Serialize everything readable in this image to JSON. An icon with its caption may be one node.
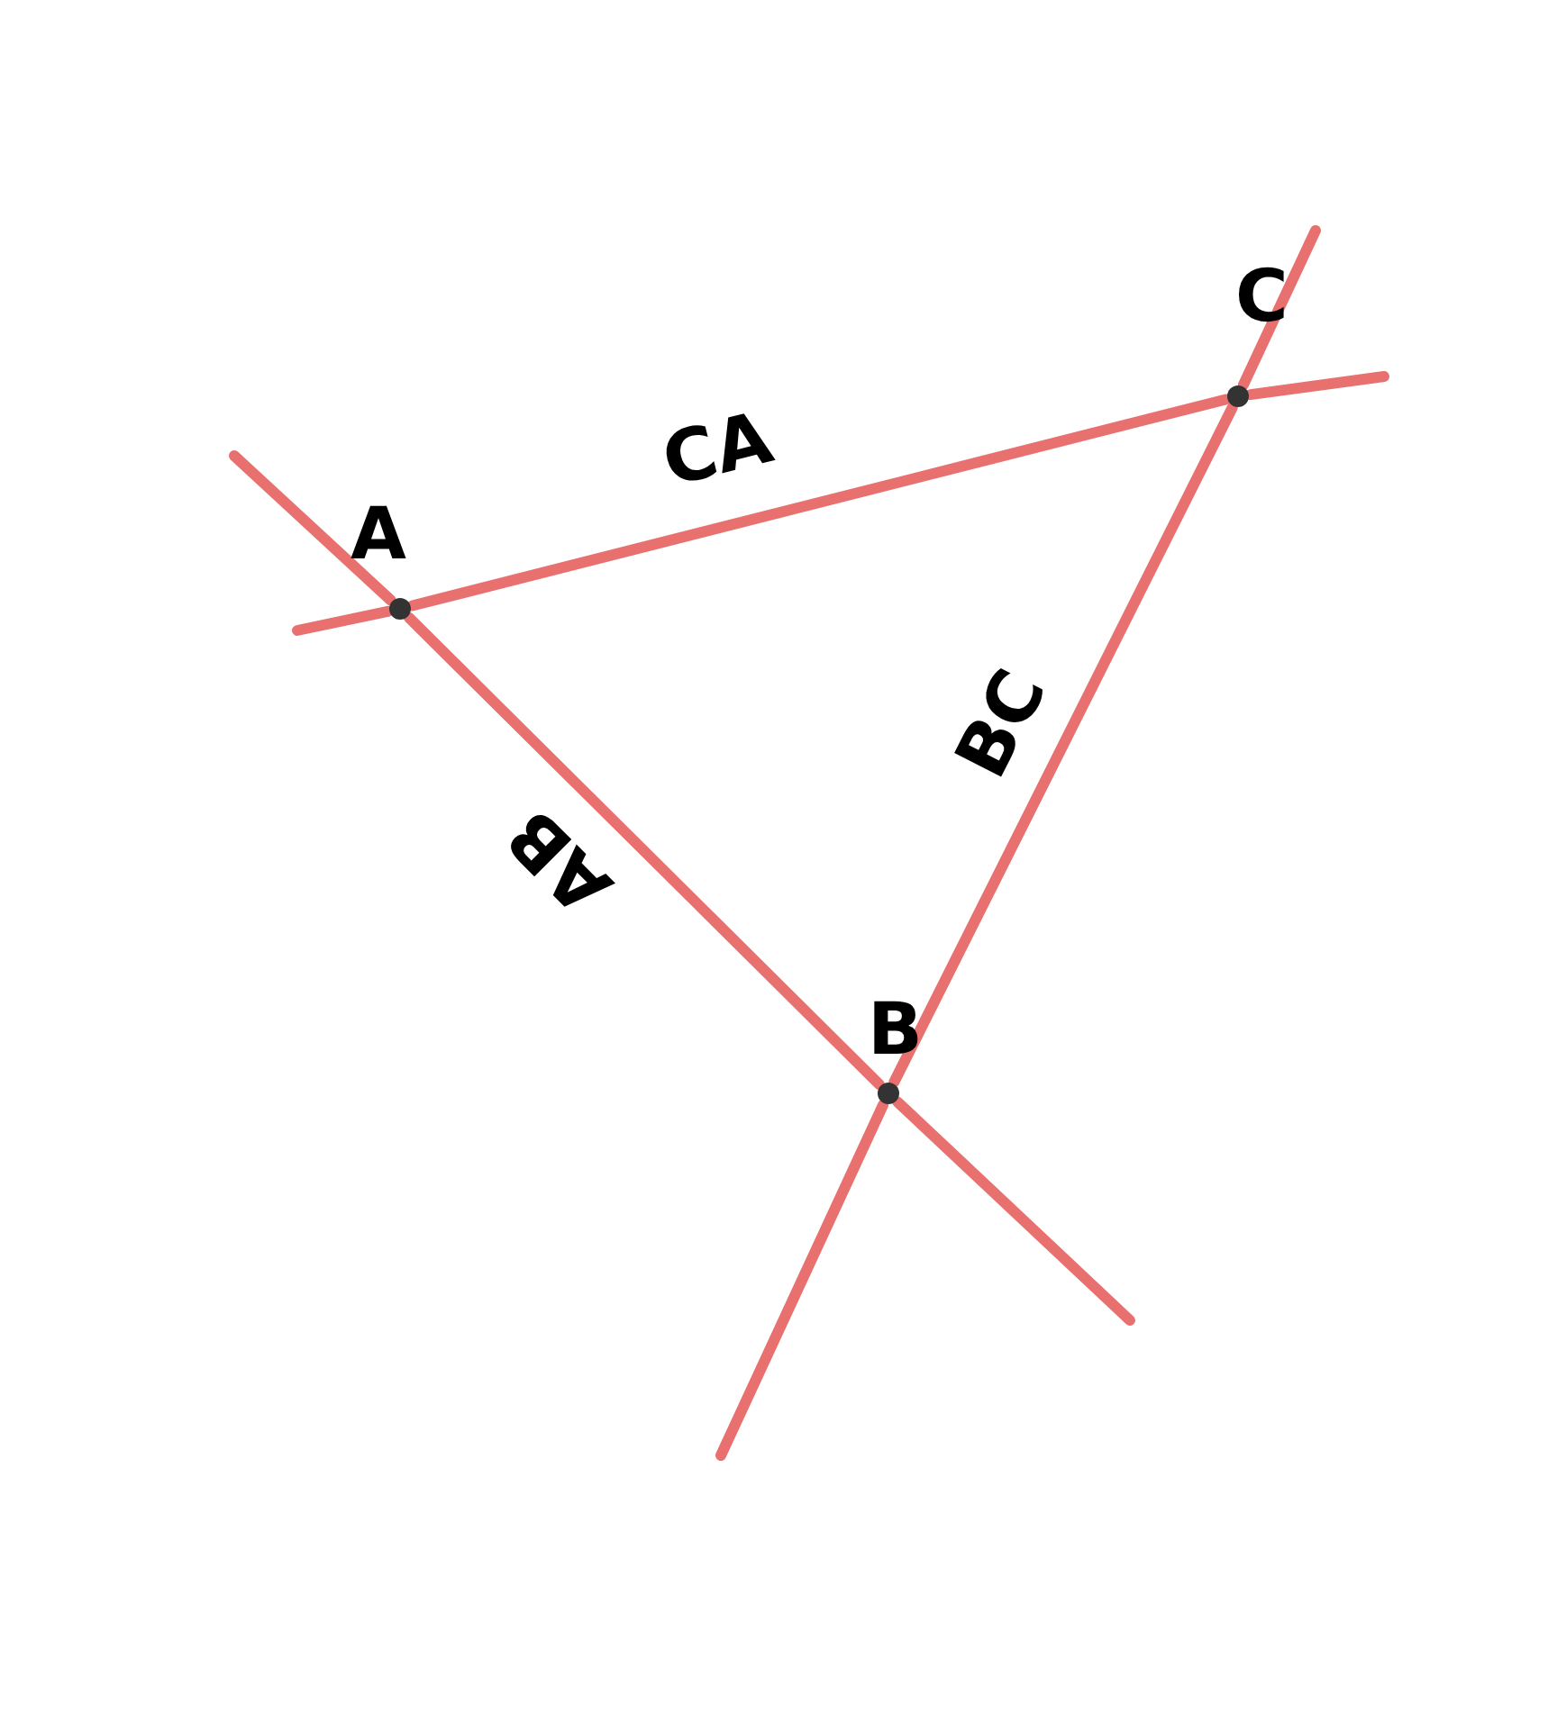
{
  "diagram": {
    "nodes": [
      {
        "text": [],
        "shape": "circle",
        "beside": [
          "A"
        ]
      },
      {
        "text": [],
        "shape": "circle",
        "beside": [
          "B"
        ]
      },
      {
        "text": [],
        "shape": "circle",
        "beside": [
          "C"
        ]
      }
    ],
    "edges": [
      {
        "from": 0,
        "to": 2,
        "label": "CA",
        "arrow": "none"
      },
      {
        "from": 1,
        "to": 2,
        "label": "BC",
        "arrow": "none"
      },
      {
        "from": 0,
        "to": 1,
        "label": "AB",
        "arrow": "none"
      }
    ]
  }
}
